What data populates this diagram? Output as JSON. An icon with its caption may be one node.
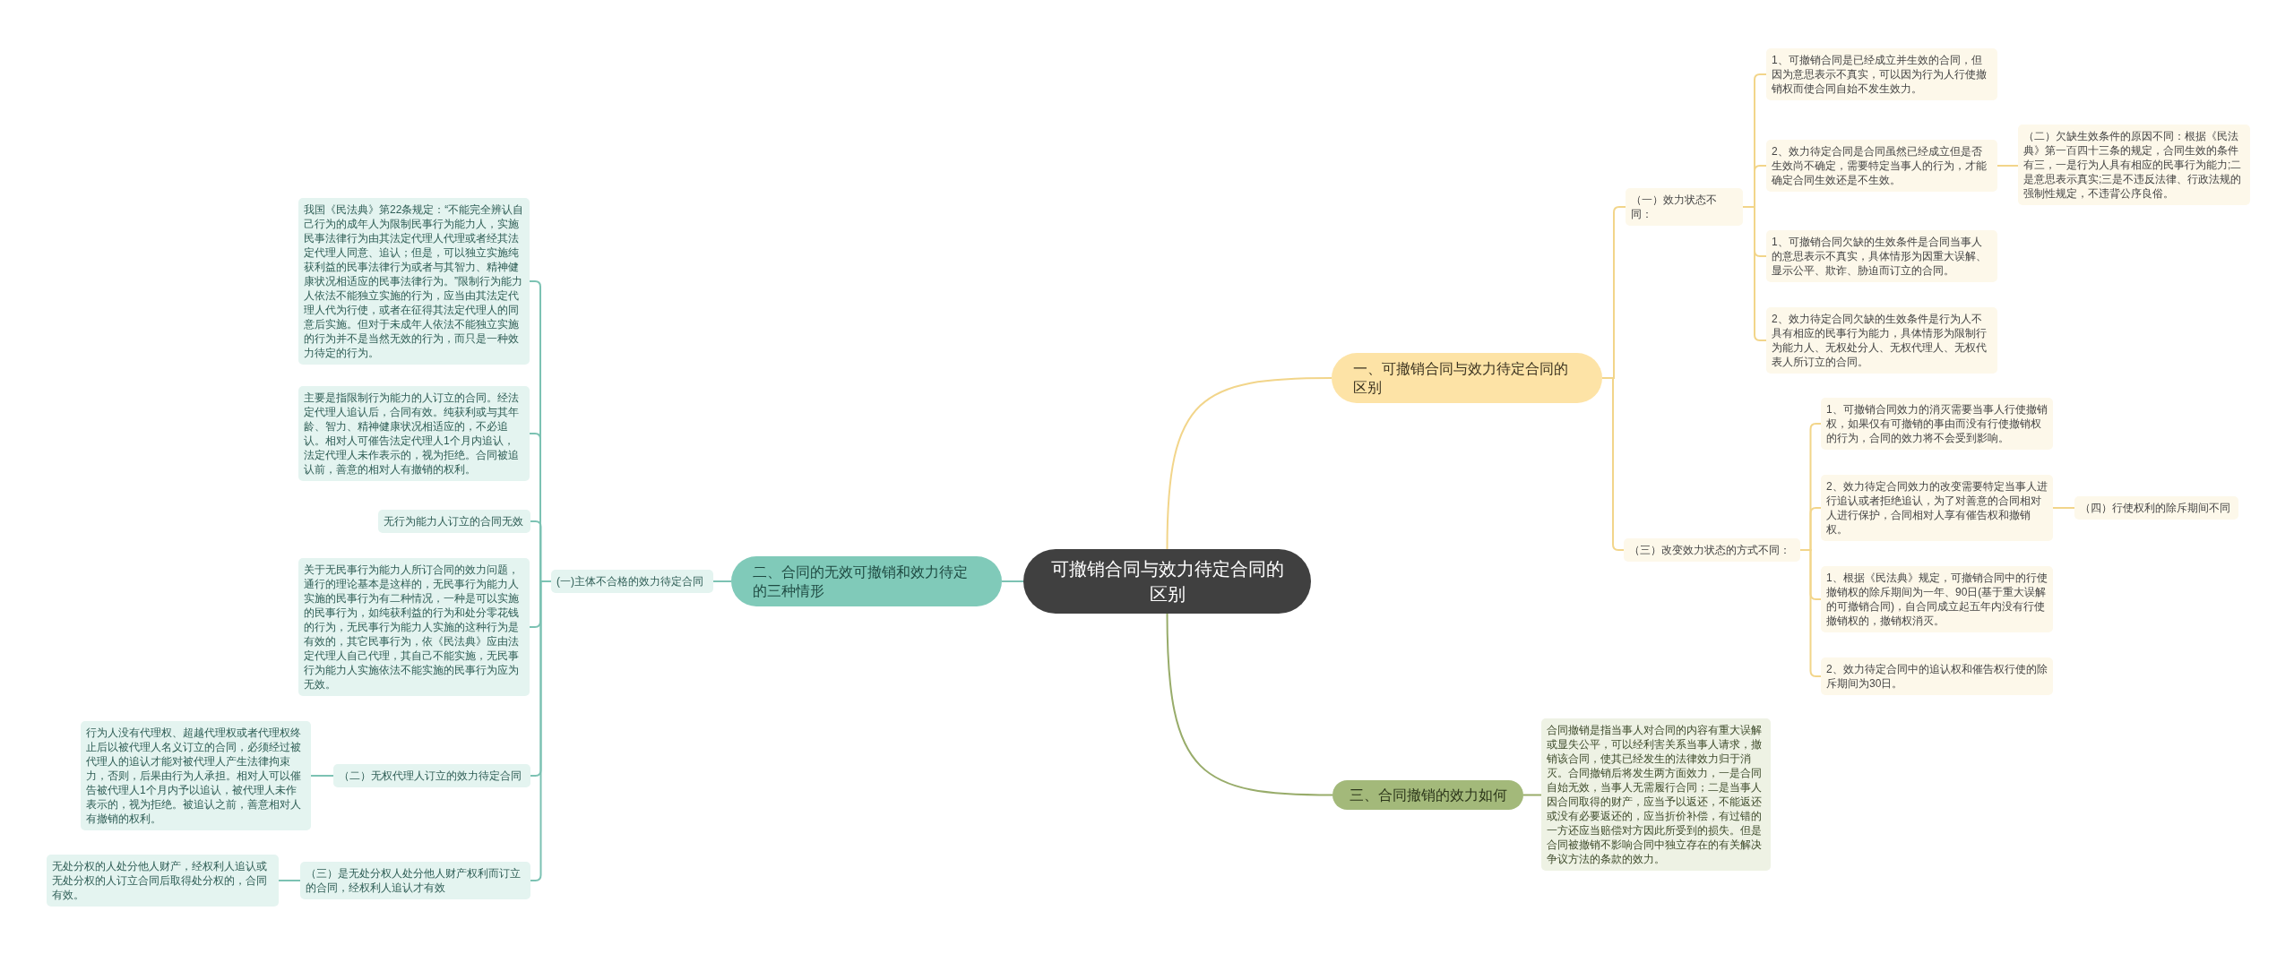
{
  "diagram": {
    "nodes": [
      {
        "text": [
          "可撤销合同与效力待定合同的区别"
        ]
      },
      {
        "text": [
          "一、可撤销合同与效力待定合同的区别"
        ]
      },
      {
        "text": [
          "（一）效力状态不同："
        ]
      },
      {
        "text": [
          "1、可撤销合同是已经成立并生效的合同，但因为意思表示不真实，可以因为行为人行使撤销权而使合同自始不发生效力。"
        ]
      },
      {
        "text": [
          "2、效力待定合同是合同虽然已经成立但是否生效尚不确定，需要特定当事人的行为，才能确定合同生效还是不生效。"
        ]
      },
      {
        "text": [
          "（二）欠缺生效条件的原因不同：根据《民法典》第一百四十三条的规定，合同生效的条件有三，一是行为人具有相应的民事行为能力;二是意思表示真实;三是不违反法律、行政法规的强制性规定，不违背公序良俗。"
        ]
      },
      {
        "text": [
          "1、可撤销合同欠缺的生效条件是合同当事人的意思表示不真实，具体情形为因重大误解、显示公平、欺诈、胁迫而订立的合同。"
        ]
      },
      {
        "text": [
          "2、效力待定合同欠缺的生效条件是行为人不具有相应的民事行为能力，具体情形为限制行为能力人、无权处分人、无权代理人、无权代表人所订立的合同。"
        ]
      },
      {
        "text": [
          "（三）改变效力状态的方式不同："
        ]
      },
      {
        "text": [
          "1、可撤销合同效力的消灭需要当事人行使撤销权，如果仅有可撤销的事由而没有行使撤销权的行为，合同的效力将不会受到影响。"
        ]
      },
      {
        "text": [
          "2、效力待定合同效力的改变需要特定当事人进行追认或者拒绝追认，为了对善意的合同相对人进行保护，合同相对人享有催告权和撤销权。"
        ]
      },
      {
        "text": [
          "（四）行使权利的除斥期间不同"
        ]
      },
      {
        "text": [
          "1、根据《民法典》规定，可撤销合同中的行使撤销权的除斥期间为一年、90日(基于重大误解的可撤销合同)，自合同成立起五年内没有行使撤销权的，撤销权消灭。"
        ]
      },
      {
        "text": [
          "2、效力待定合同中的追认权和催告权行使的除斥期间为30日。"
        ]
      },
      {
        "text": [
          "三、合同撤销的效力如何"
        ]
      },
      {
        "text": [
          "合同撤销是指当事人对合同的内容有重大误解或显失公平，可以经利害关系当事人请求，撤销该合同，使其已经发生的法律效力归于消灭。合同撤销后将发生两方面效力，一是合同自始无效，当事人无需履行合同；二是当事人因合同取得的财产，应当予以返还，不能返还或没有必要返还的，应当折价补偿，有过错的一方还应当赔偿对方因此所受到的损失。但是合同被撤销不影响合同中独立存在的有关解决争议方法的条款的效力。"
        ]
      },
      {
        "text": [
          "二、合同的无效可撤销和效力待定的三种情形"
        ]
      },
      {
        "text": [
          "(一)主体不合格的效力待定合同"
        ]
      },
      {
        "text": [
          "我国《民法典》第22条规定：“不能完全辨认自己行为的成年人为限制民事行为能力人，实施民事法律行为由其法定代理人代理或者经其法定代理人同意、追认；但是，可以独立实施纯获利益的民事法律行为或者与其智力、精神健康状况相适应的民事法律行为。”限制行为能力人依法不能独立实施的行为，应当由其法定代理人代为行使，或者在征得其法定代理人的同意后实施。但对于未成年人依法不能独立实施的行为并不是当然无效的行为，而只是一种效力待定的行为。"
        ]
      },
      {
        "text": [
          "主要是指限制行为能力的人订立的合同。经法定代理人追认后，合同有效。纯获利或与其年龄、智力、精神健康状况相适应的，不必追认。相对人可催告法定代理人1个月内追认，法定代理人未作表示的，视为拒绝。合同被追认前，善意的相对人有撤销的权利。"
        ]
      },
      {
        "text": [
          "无行为能力人订立的合同无效"
        ]
      },
      {
        "text": [
          "关于无民事行为能力人所订合同的效力问题，通行的理论基本是这样的，无民事行为能力人实施的民事行为有二种情况，一种是可以实施的民事行为，如纯获利益的行为和处分零花钱的行为，无民事行为能力人实施的这种行为是有效的，其它民事行为，依《民法典》应由法定代理人自己代理，其自己不能实施，无民事行为能力人实施依法不能实施的民事行为应为无效。"
        ]
      },
      {
        "text": [
          "（二）无权代理人订立的效力待定合同"
        ]
      },
      {
        "text": [
          "行为人没有代理权、超越代理权或者代理权终止后以被代理人名义订立的合同，必须经过被代理人的追认才能对被代理人产生法律拘束力，否则，后果由行为人承担。相对人可以催告被代理人1个月内予以追认，被代理人未作表示的，视为拒绝。被追认之前，善意相对人有撤销的权利。"
        ]
      },
      {
        "text": [
          "（三）是无处分权人处分他人财产权利而订立的合同，经权利人追认才有效"
        ]
      },
      {
        "text": [
          "无处分权的人处分他人财产，经权利人追认或无处分权的人订立合同后取得处分权的，合同有效。"
        ]
      }
    ],
    "edges": [
      {
        "from": 0,
        "to": 1,
        "arrow": "none"
      },
      {
        "from": 1,
        "to": 2,
        "arrow": "none"
      },
      {
        "from": 2,
        "to": 3,
        "arrow": "none"
      },
      {
        "from": 2,
        "to": 4,
        "arrow": "none"
      },
      {
        "from": 4,
        "to": 5,
        "arrow": "none"
      },
      {
        "from": 2,
        "to": 6,
        "arrow": "none"
      },
      {
        "from": 2,
        "to": 7,
        "arrow": "none"
      },
      {
        "from": 1,
        "to": 8,
        "arrow": "none"
      },
      {
        "from": 8,
        "to": 9,
        "arrow": "none"
      },
      {
        "from": 8,
        "to": 10,
        "arrow": "none"
      },
      {
        "from": 10,
        "to": 11,
        "arrow": "none"
      },
      {
        "from": 8,
        "to": 12,
        "arrow": "none"
      },
      {
        "from": 8,
        "to": 13,
        "arrow": "none"
      },
      {
        "from": 0,
        "to": 14,
        "arrow": "none",
        "color": "#98ac6a"
      },
      {
        "from": 14,
        "to": 15,
        "arrow": "none",
        "color": "#98ac6a"
      },
      {
        "from": 0,
        "to": 16,
        "arrow": "none",
        "color": "#7cc2b3"
      },
      {
        "from": 16,
        "to": 17,
        "arrow": "none",
        "color": "#7cc2b3"
      },
      {
        "from": 17,
        "to": 18,
        "arrow": "none",
        "color": "#7cc2b3"
      },
      {
        "from": 17,
        "to": 19,
        "arrow": "none",
        "color": "#7cc2b3"
      },
      {
        "from": 17,
        "to": 20,
        "arrow": "none",
        "color": "#7cc2b3"
      },
      {
        "from": 17,
        "to": 21,
        "arrow": "none",
        "color": "#7cc2b3"
      },
      {
        "from": 17,
        "to": 22,
        "arrow": "none",
        "color": "#7cc2b3"
      },
      {
        "from": 22,
        "to": 23,
        "arrow": "none",
        "color": "#7cc2b3"
      },
      {
        "from": 17,
        "to": 24,
        "arrow": "none",
        "color": "#7cc2b3"
      },
      {
        "from": 24,
        "to": 25,
        "arrow": "none",
        "color": "#7cc2b3"
      }
    ]
  }
}
